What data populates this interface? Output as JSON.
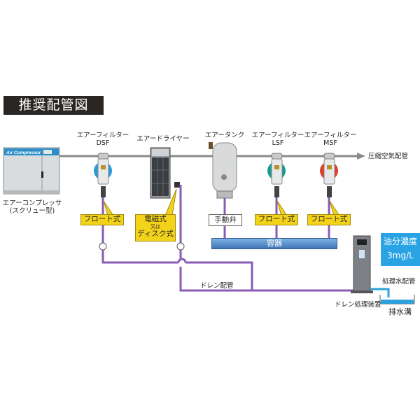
{
  "title": "推奨配管図",
  "equipment": {
    "compressor": {
      "label_line1": "エアーコンプレッサ",
      "label_line2": "(スクリュー型)",
      "panel_text": "Air Compressor"
    },
    "filter_dsf": {
      "label_line1": "エアーフィルター",
      "label_line2": "DSF",
      "accent_color": "#2a9ad8"
    },
    "dryer": {
      "label": "エアードライヤー"
    },
    "tank": {
      "label": "エアータンク"
    },
    "filter_lsf": {
      "label_line1": "エアーフィルター",
      "label_line2": "LSF",
      "accent_color": "#1a9a94"
    },
    "filter_msf": {
      "label_line1": "エアーフィルター",
      "label_line2": "MSF",
      "accent_color": "#e0402a"
    },
    "drain_unit": {
      "label": "ドレン処理装置"
    }
  },
  "pipes": {
    "compressed_air": "圧縮空気配管",
    "drain": "ドレン配管",
    "treated_water": "処理水配管",
    "ditch": "排水溝"
  },
  "callouts": {
    "dsf": "フロート式",
    "dryer_line1": "電磁式",
    "dryer_line2": "又は",
    "dryer_line3": "ディスク式",
    "tank": "手動弁",
    "lsf": "フロート式",
    "msf": "フロート式"
  },
  "vessel_label": "容器",
  "oil_concentration": {
    "line1": "油分濃度",
    "line2": "3mg/L"
  },
  "colors": {
    "drain_pipe": "#8a5bb5",
    "air_pipe": "#8a8a8a",
    "water_pipe": "#2ea0db",
    "callout": "#f3d21a"
  }
}
